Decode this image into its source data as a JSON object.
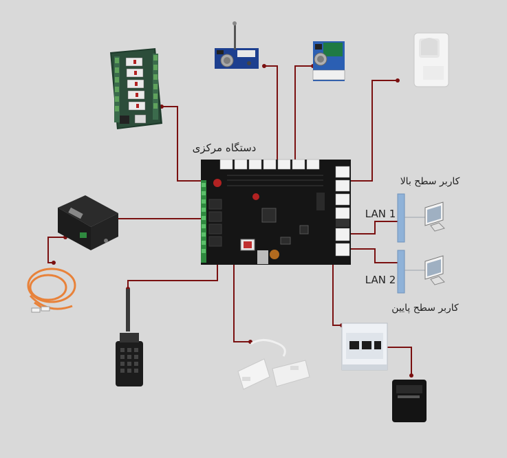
{
  "labels": {
    "central_device": "دستگاه مرکزی",
    "upper_floor_users": "کاربر سطح بالا",
    "lower_floor_users": "کاربر سطح پایین",
    "lan1": "LAN 1",
    "lan2": "LAN 2"
  },
  "colors": {
    "background": "#d9d9d9",
    "wire": "#7a1010",
    "wire_node": "#7a1010",
    "board": "#151515",
    "board_connector": "#f2f2f2",
    "lan_bar": "#8fb2d8",
    "dim_line": "#9aa3ad"
  },
  "icons": [
    "relay-module-icon",
    "gas-sensor-icon",
    "pir-motion-sensor-icon",
    "power-supply-icon",
    "water-leak-cable-icon",
    "temperature-humidity-sensor-icon",
    "magnetic-door-sensor-icon",
    "din-rail-meter-icon",
    "current-clamp-icon",
    "monitor-icon"
  ]
}
